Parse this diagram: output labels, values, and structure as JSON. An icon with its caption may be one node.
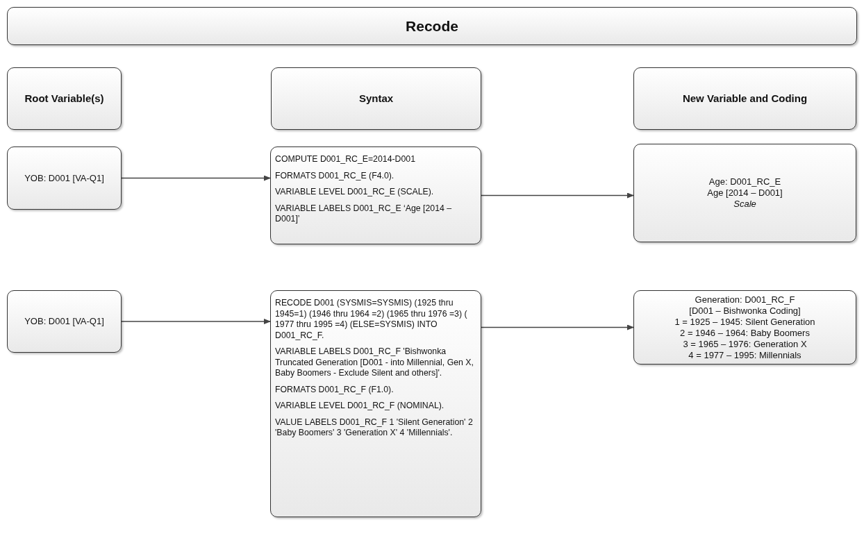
{
  "diagram": {
    "nodes": [
      {
        "text": [
          "Recode"
        ]
      },
      {
        "text": [
          "Root Variable(s)"
        ]
      },
      {
        "text": [
          "Syntax"
        ]
      },
      {
        "text": [
          "New Variable and Coding"
        ]
      },
      {
        "text": [
          "YOB: D001 [VA-Q1]"
        ]
      },
      {
        "text": [
          "COMPUTE D001_RC_E=2014-D001",
          "FORMATS D001_RC_E (F4.0).",
          "VARIABLE LEVEL D001_RC_E (SCALE).",
          "VARIABLE LABELS D001_RC_E ‘Age [2014 – D001]’"
        ]
      },
      {
        "text": [
          "Age: D001_RC_E",
          "Age [2014 – D001]",
          "*Scale*"
        ]
      },
      {
        "text": [
          "YOB: D001 [VA-Q1]"
        ]
      },
      {
        "text": [
          "RECODE D001 (SYSMIS=SYSMIS) (1925 thru 1945=1) (1946 thru 1964 =2) (1965 thru 1976 =3) ( 1977 thru 1995 =4) (ELSE=SYSMIS) INTO D001_RC_F.",
          "VARIABLE LABELS  D001_RC_F 'Bishwonka Truncated Generation [D001 - into Millennial, Gen X, Baby Boomers - Exclude Silent and others]'.",
          "FORMATS D001_RC_F (F1.0).",
          "VARIABLE LEVEL D001_RC_F (NOMINAL).",
          "VALUE LABELS D001_RC_F 1 'Silent Generation' 2 'Baby Boomers' 3 'Generation X' 4 'Millennials'."
        ]
      },
      {
        "text": [
          "Generation: D001_RC_F",
          "[D001 – Bishwonka Coding]",
          "1 = 1925 – 1945: Silent Generation",
          "2 = 1946 – 1964: Baby Boomers",
          "3 = 1965 – 1976: Generation X",
          "4 = 1977 – 1995: Millennials"
        ]
      }
    ],
    "edges": [
      {
        "from": 4,
        "to": 5,
        "arrow": "to"
      },
      {
        "from": 5,
        "to": 6,
        "arrow": "to"
      },
      {
        "from": 7,
        "to": 8,
        "arrow": "to"
      },
      {
        "from": 8,
        "to": 9,
        "arrow": "to"
      }
    ]
  }
}
